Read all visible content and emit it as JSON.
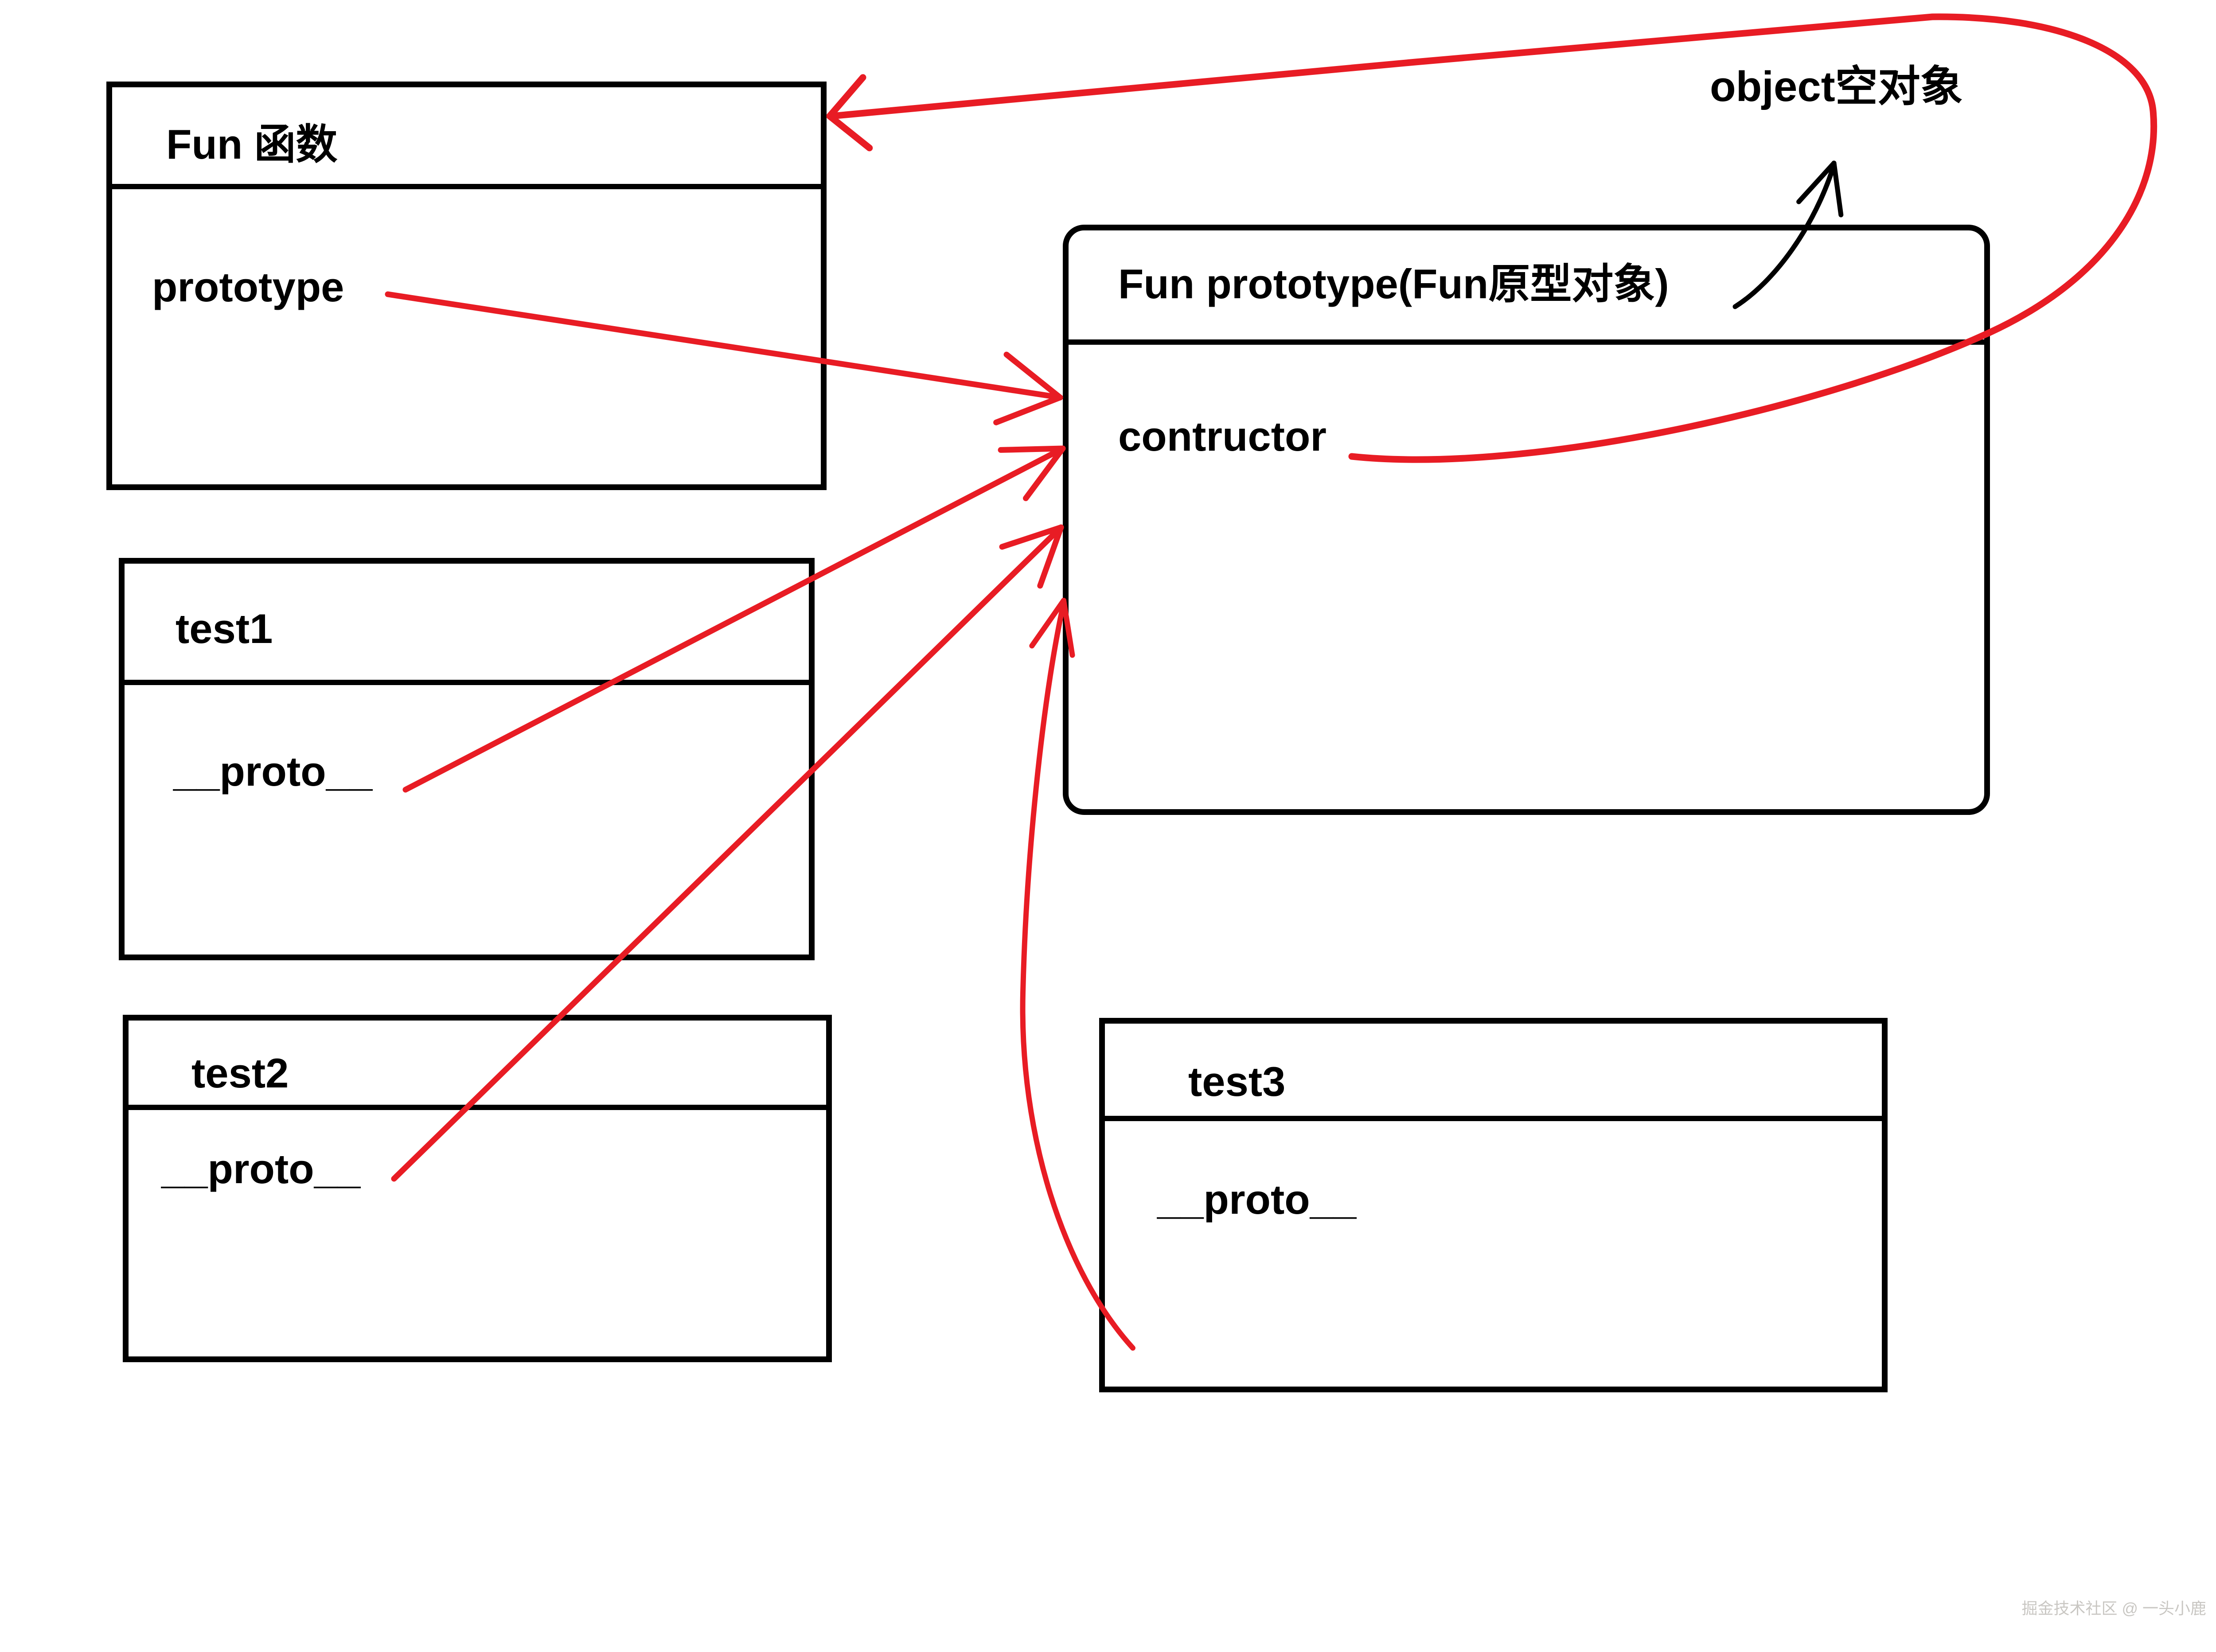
{
  "colors": {
    "arrow_red": "#e81c24",
    "line_black": "#000000",
    "box_border": "#000000",
    "watermark_gray": "#c9c7c3"
  },
  "boxes": {
    "fun": {
      "title": "Fun 函数",
      "property": "prototype"
    },
    "fun_prototype": {
      "title": "Fun prototype(Fun原型对象)",
      "property": "contructor"
    },
    "test1": {
      "title": "test1",
      "property": "__proto__"
    },
    "test2": {
      "title": "test2",
      "property": "__proto__"
    },
    "test3": {
      "title": "test3",
      "property": "__proto__"
    }
  },
  "labels": {
    "object_empty": "object空对象"
  },
  "watermark": {
    "text": "掘金技术社区 @ 一头小鹿"
  },
  "arrows": [
    {
      "name": "arrow-prototype-to-fun-prototype",
      "from": "fun.prototype",
      "to": "fun_prototype",
      "color": "red"
    },
    {
      "name": "arrow-test1-proto-to-fun-prototype",
      "from": "test1.__proto__",
      "to": "fun_prototype",
      "color": "red"
    },
    {
      "name": "arrow-test2-proto-to-fun-prototype",
      "from": "test2.__proto__",
      "to": "fun_prototype",
      "color": "red"
    },
    {
      "name": "arrow-test3-proto-to-fun-prototype",
      "from": "test3.__proto__",
      "to": "fun_prototype",
      "color": "red"
    },
    {
      "name": "arrow-contructor-to-fun",
      "from": "fun_prototype.contructor",
      "to": "fun",
      "color": "red"
    },
    {
      "name": "arrow-fun-prototype-to-object",
      "from": "fun_prototype",
      "to": "object_empty",
      "color": "black"
    }
  ]
}
